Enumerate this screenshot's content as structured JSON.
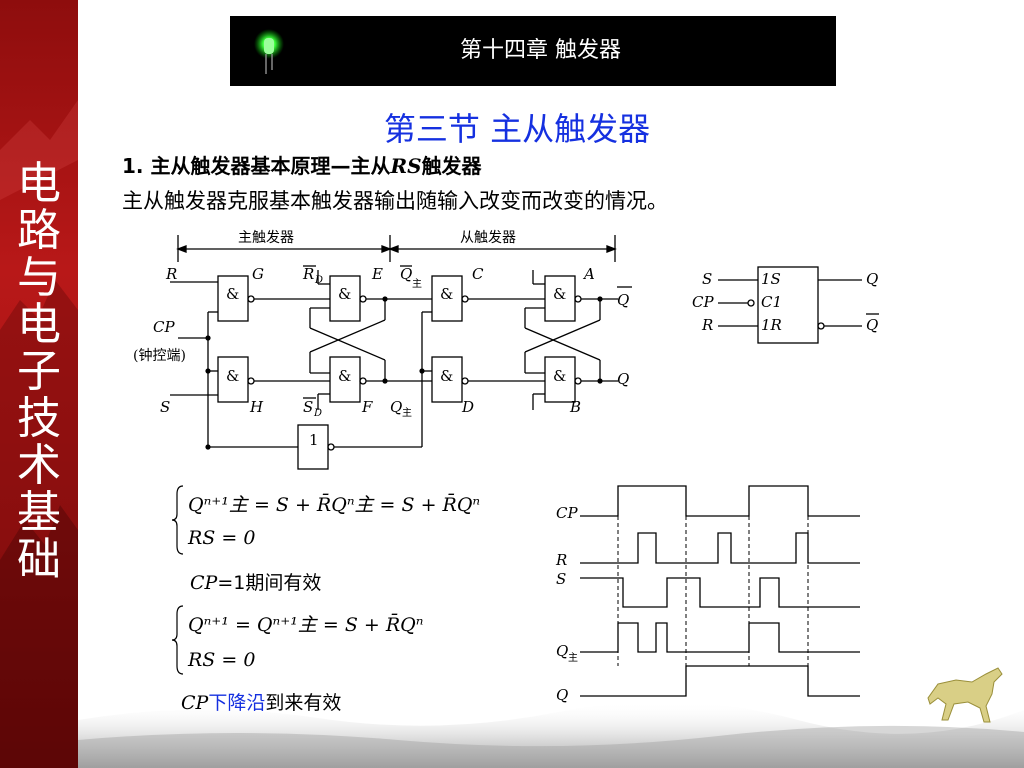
{
  "sidebar": {
    "course_title_chars": [
      "电",
      "路",
      "与",
      "电",
      "子",
      "技",
      "术",
      "基",
      "础"
    ]
  },
  "banner": {
    "chapter_title": "第十四章  触发器"
  },
  "section": {
    "title": "第三节    主从触发器"
  },
  "content": {
    "heading_num": "1.",
    "heading_text": "主从触发器基本原理—主从",
    "heading_rs": "RS",
    "heading_suffix": "触发器",
    "description": "主从触发器克服基本触发器输出随输入改变而改变的情况。"
  },
  "circuit": {
    "master_label": "主触发器",
    "slave_label": "从触发器",
    "gate_and": "&",
    "gate_not": "1",
    "cp_label": "CP",
    "clock_end_label": "(钟控端)",
    "pins": {
      "R": "R",
      "S": "S",
      "G": "G",
      "H": "H",
      "E": "E",
      "F": "F",
      "C": "C",
      "D": "D",
      "A": "A",
      "B": "B",
      "RD": "R",
      "RD_sub": "D",
      "SD": "S",
      "SD_sub": "D",
      "Q": "Q",
      "Q_master_sub": "主"
    }
  },
  "symbol": {
    "left_labels": [
      "S",
      "CP",
      "R"
    ],
    "inner_labels": [
      "1S",
      "C1",
      "1R"
    ],
    "right_labels": [
      "Q",
      "Q"
    ]
  },
  "equations": {
    "eq1_line1": "Qⁿ⁺¹主 = S + R̄Qⁿ主 = S + R̄Qⁿ",
    "eq1_line2": "RS = 0",
    "cond1_cp": "CP",
    "cond1_text": "=1期间有效",
    "eq2_line1": "Qⁿ⁺¹ = Qⁿ⁺¹主 = S + R̄Qⁿ",
    "eq2_line2": "RS = 0",
    "cond2_cp": "CP",
    "cond2_blue": "下降沿",
    "cond2_text": "到来有效"
  },
  "timing": {
    "labels": [
      "CP",
      "R",
      "S",
      "Q",
      "Q"
    ],
    "q_master_sub": "主"
  },
  "colors": {
    "sidebar": "#a51313",
    "banner": "#000000",
    "section_title": "#1530e0"
  },
  "icons": [
    "green-led-icon",
    "horse-logo-icon",
    "mountain-ink-decoration"
  ]
}
